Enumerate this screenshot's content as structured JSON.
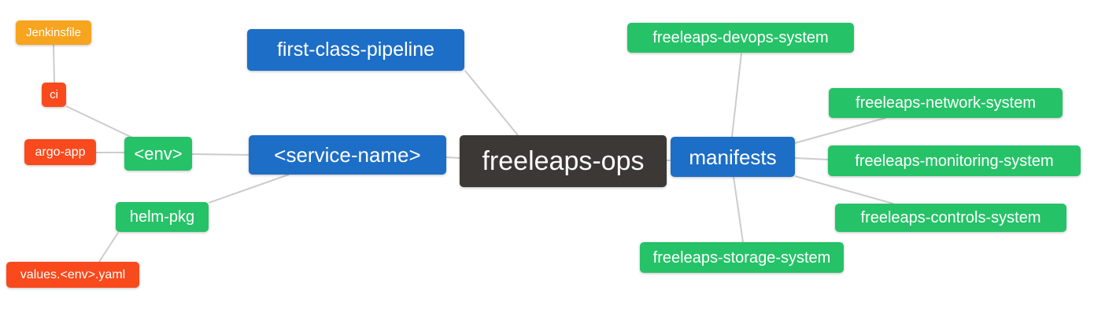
{
  "diagram": {
    "title": "freeleaps-ops repository mind map",
    "background_color": "#ffffff",
    "edge_color": "#cccccc",
    "palette": {
      "blue": "#1d6ec6",
      "green": "#26c268",
      "red": "#f94a1d",
      "orange": "#f7a41e",
      "dark": "#3b3836",
      "text": "#ffffff"
    }
  },
  "nodes": {
    "freeleaps_ops": {
      "label": "freeleaps-ops",
      "color": "#3b3836"
    },
    "first_class_pipeline": {
      "label": "first-class-pipeline",
      "color": "#1d6ec6"
    },
    "service_name": {
      "label": "<service-name>",
      "color": "#1d6ec6"
    },
    "manifests": {
      "label": "manifests",
      "color": "#1d6ec6"
    },
    "env": {
      "label": "<env>",
      "color": "#26c268"
    },
    "helm_pkg": {
      "label": "helm-pkg",
      "color": "#26c268"
    },
    "ci": {
      "label": "ci",
      "color": "#f94a1d"
    },
    "argo_app": {
      "label": "argo-app",
      "color": "#f94a1d"
    },
    "jenkinsfile": {
      "label": "Jenkinsfile",
      "color": "#f7a41e"
    },
    "values_env_yaml": {
      "label": "values.<env>.yaml",
      "color": "#f94a1d"
    },
    "devops_system": {
      "label": "freeleaps-devops-system",
      "color": "#26c268"
    },
    "network_system": {
      "label": "freeleaps-network-system",
      "color": "#26c268"
    },
    "monitoring_system": {
      "label": "freeleaps-monitoring-system",
      "color": "#26c268"
    },
    "controls_system": {
      "label": "freeleaps-controls-system",
      "color": "#26c268"
    },
    "storage_system": {
      "label": "freeleaps-storage-system",
      "color": "#26c268"
    }
  },
  "edges": [
    {
      "from": "jenkinsfile",
      "to": "ci"
    },
    {
      "from": "ci",
      "to": "env"
    },
    {
      "from": "argo_app",
      "to": "env"
    },
    {
      "from": "env",
      "to": "service_name"
    },
    {
      "from": "service_name",
      "to": "helm_pkg"
    },
    {
      "from": "helm_pkg",
      "to": "values_env_yaml"
    },
    {
      "from": "service_name",
      "to": "freeleaps_ops"
    },
    {
      "from": "first_class_pipeline",
      "to": "freeleaps_ops"
    },
    {
      "from": "freeleaps_ops",
      "to": "manifests"
    },
    {
      "from": "manifests",
      "to": "devops_system"
    },
    {
      "from": "manifests",
      "to": "network_system"
    },
    {
      "from": "manifests",
      "to": "monitoring_system"
    },
    {
      "from": "manifests",
      "to": "controls_system"
    },
    {
      "from": "manifests",
      "to": "storage_system"
    }
  ]
}
